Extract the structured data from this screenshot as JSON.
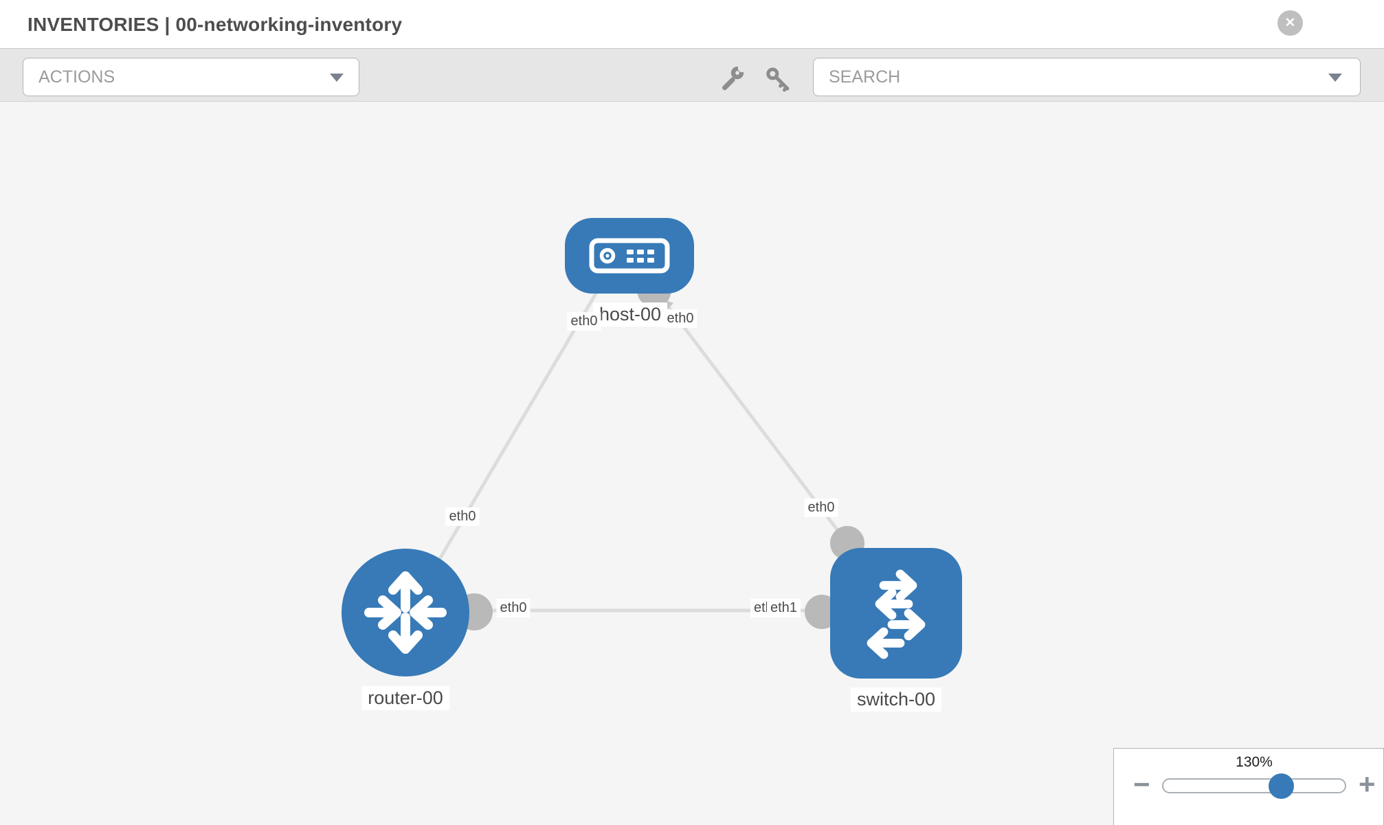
{
  "header": {
    "title": "INVENTORIES | 00-networking-inventory",
    "close_glyph": "✕"
  },
  "toolbar": {
    "actions_label": "ACTIONS",
    "search_label": "SEARCH",
    "icons": [
      "wrench-icon",
      "key-icon"
    ]
  },
  "topology": {
    "nodes": [
      {
        "id": "host-00",
        "type": "host",
        "label": "host-00"
      },
      {
        "id": "router-00",
        "type": "router",
        "label": "router-00"
      },
      {
        "id": "switch-00",
        "type": "switch",
        "label": "switch-00"
      }
    ],
    "links": [
      {
        "from": "host-00",
        "to": "router-00",
        "from_interface": "eth0",
        "to_interface": "eth0"
      },
      {
        "from": "host-00",
        "to": "switch-00",
        "from_interface": "eth0",
        "to_interface": "eth0"
      },
      {
        "from": "router-00",
        "to": "switch-00",
        "from_interface": "eth0",
        "to_interface": "eth1"
      }
    ],
    "interface_labels": {
      "host_left": "eth0",
      "host_right": "eth0",
      "host_router_mid": "eth0",
      "switch_top": "eth0",
      "router_right": "eth0",
      "switch_left_back": "eth0",
      "switch_left_front": "eth1"
    }
  },
  "zoom_control": {
    "level": "130%",
    "minus_glyph": "−",
    "plus_glyph": "+"
  },
  "colors": {
    "node_blue": "#377ab7",
    "link_gray": "#dcdcdc",
    "connector_gray": "#b9b9b9",
    "label_text": "#4a4a4a",
    "toolbar_bg": "#e6e6e6",
    "canvas_bg": "#f5f5f5"
  }
}
